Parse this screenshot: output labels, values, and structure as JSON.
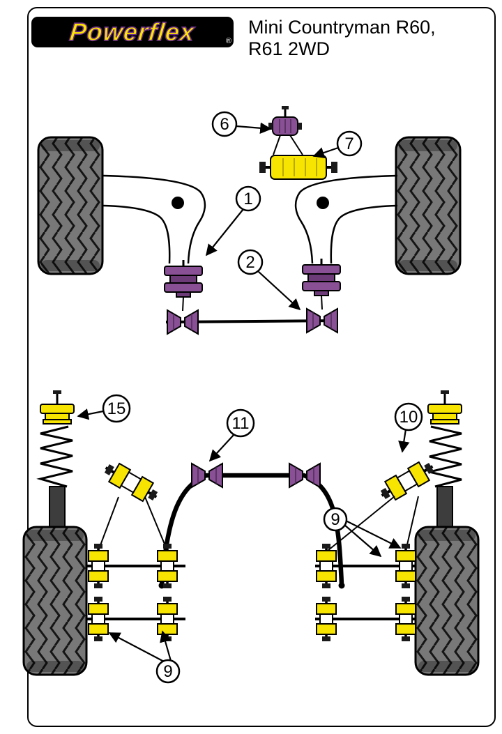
{
  "header": {
    "brand": "Powerflex",
    "registered_mark": "®",
    "title_line1": "Mini Countryman R60,",
    "title_line2": "R61 2WD"
  },
  "callouts": {
    "front_engine_mount_small_bush": "6",
    "front_engine_mount_bolt_kit": "7",
    "front_arm_front_bush": "1",
    "front_arm_rear_bush": "2",
    "rear_shock_top_mount": "15",
    "rear_anti_roll_bar_bush": "11",
    "rear_upper_arm_bush": "10",
    "rear_lower_arm_bush_right": "9",
    "rear_lower_arm_bush_left": "9"
  },
  "colors": {
    "bush_purple": "#8a5096",
    "bush_purple_dark": "#6d3b78",
    "bush_yellow": "#f7e400",
    "tire_gray": "#787878",
    "logo_yellow": "#ffe600",
    "logo_purple": "#6b2d87"
  }
}
